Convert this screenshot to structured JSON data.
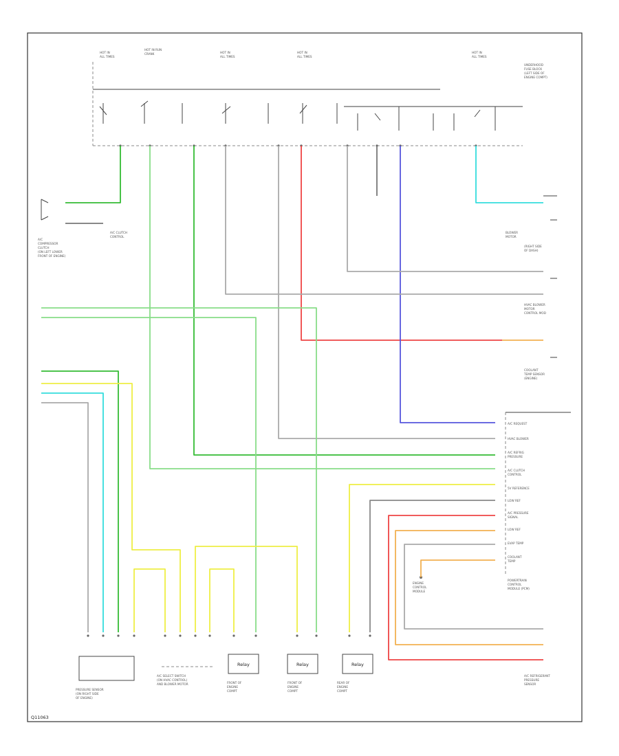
{
  "diagram": {
    "figure_ref": "Q11063",
    "colors": {
      "green": "#33bb33",
      "light_green": "#88dd88",
      "yellow": "#eeee44",
      "cyan": "#33dddd",
      "red": "#ee4444",
      "blue": "#5555dd",
      "gray": "#aaaaaa",
      "orange": "#f2b050"
    },
    "components": [
      {
        "id": "relay-box-symbol-1",
        "label": "Relay"
      },
      {
        "id": "relay-box-symbol-2",
        "label": "Relay"
      },
      {
        "id": "relay-box-symbol-3",
        "label": "Relay"
      }
    ]
  }
}
